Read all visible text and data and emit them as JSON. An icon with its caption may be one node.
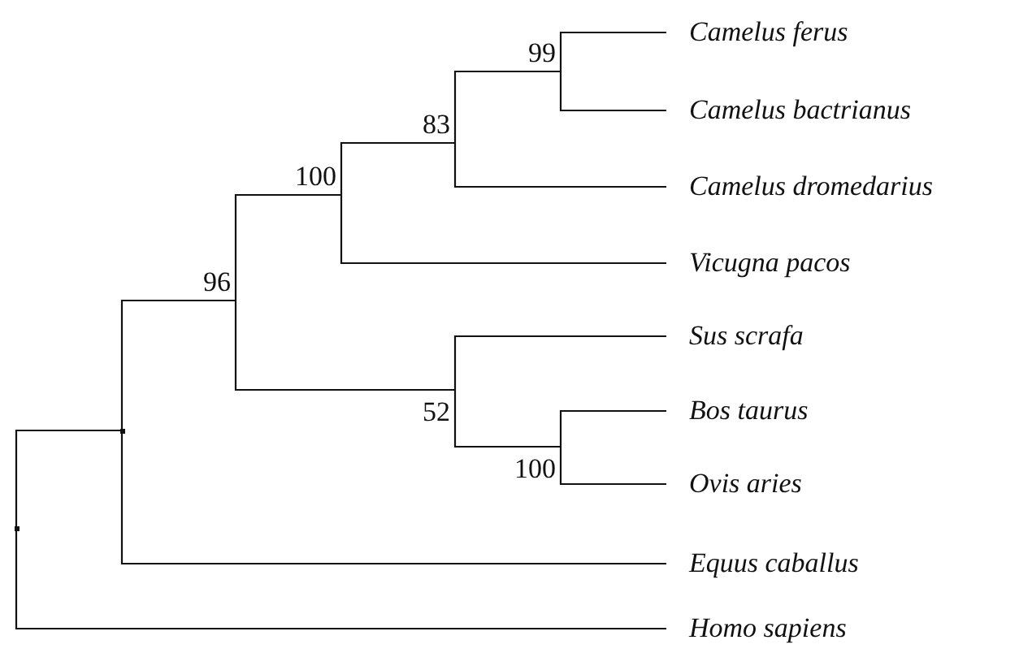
{
  "diagram": {
    "nodes": [
      {
        "text": [],
        "shape": "point"
      },
      {
        "text": [],
        "shape": "point"
      },
      {
        "text": [
          "96"
        ]
      },
      {
        "text": [
          "100"
        ]
      },
      {
        "text": [
          "83"
        ]
      },
      {
        "text": [
          "99"
        ]
      },
      {
        "text": [
          "Camelus ferus"
        ]
      },
      {
        "text": [
          "Camelus bactrianus"
        ]
      },
      {
        "text": [
          "Camelus dromedarius"
        ]
      },
      {
        "text": [
          "Vicugna pacos"
        ]
      },
      {
        "text": [
          "52"
        ]
      },
      {
        "text": [
          "Sus scrafa"
        ]
      },
      {
        "text": [
          "100"
        ]
      },
      {
        "text": [
          "Bos taurus"
        ]
      },
      {
        "text": [
          "Ovis aries"
        ]
      },
      {
        "text": [
          "Equus caballus"
        ]
      },
      {
        "text": [
          "Homo sapiens"
        ]
      }
    ],
    "edges": [
      {
        "from": 0,
        "to": 1,
        "arrow": "none"
      },
      {
        "from": 0,
        "to": 16,
        "arrow": "none"
      },
      {
        "from": 1,
        "to": 2,
        "arrow": "none"
      },
      {
        "from": 1,
        "to": 15,
        "arrow": "none"
      },
      {
        "from": 2,
        "to": 3,
        "arrow": "none"
      },
      {
        "from": 2,
        "to": 10,
        "arrow": "none"
      },
      {
        "from": 3,
        "to": 4,
        "arrow": "none"
      },
      {
        "from": 3,
        "to": 9,
        "arrow": "none"
      },
      {
        "from": 4,
        "to": 5,
        "arrow": "none"
      },
      {
        "from": 4,
        "to": 8,
        "arrow": "none"
      },
      {
        "from": 5,
        "to": 6,
        "arrow": "none"
      },
      {
        "from": 5,
        "to": 7,
        "arrow": "none"
      },
      {
        "from": 10,
        "to": 11,
        "arrow": "none"
      },
      {
        "from": 10,
        "to": 12,
        "arrow": "none"
      },
      {
        "from": 12,
        "to": 13,
        "arrow": "none"
      },
      {
        "from": 12,
        "to": 14,
        "arrow": "none"
      }
    ]
  }
}
